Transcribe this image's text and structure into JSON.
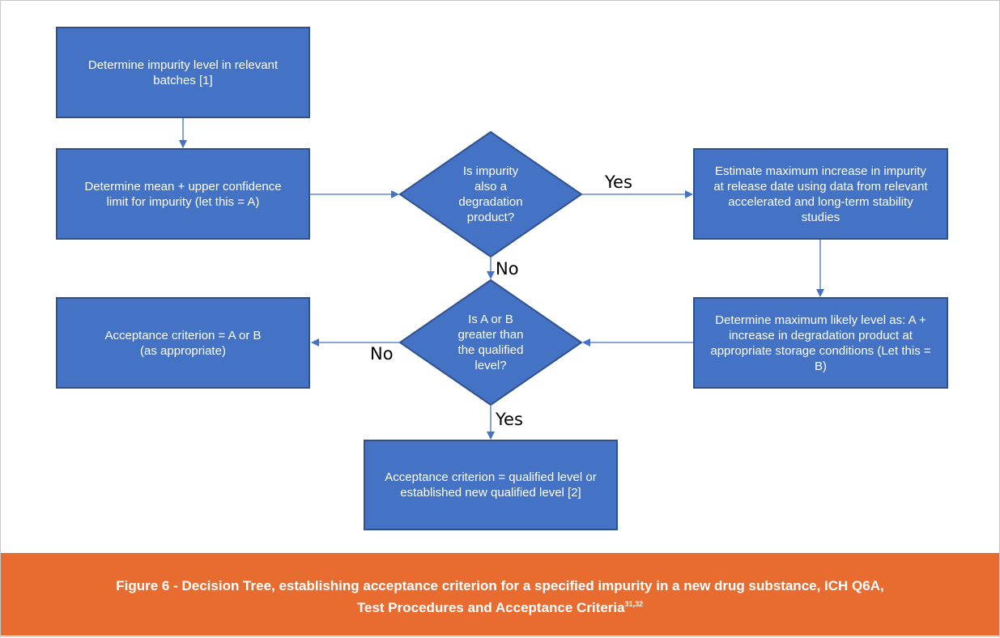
{
  "nodes": {
    "determine_impurity": "Determine impurity level in relevant\nbatches [1]",
    "mean_confidence": "Determine mean + upper confidence\nlimit for impurity (let this = A)",
    "is_degradation": "Is impurity\nalso a\ndegradation\nproduct?",
    "estimate_increase": "Estimate maximum increase in impurity\nat release date using data from relevant\naccelerated and long-term stability\nstudies",
    "max_likely_level": "Determine maximum likely level as: A +\nincrease in degradation product at\nappropriate storage conditions (Let this =\nB)",
    "greater_than_qualified": "Is A or B\ngreater than\nthe qualified\nlevel?",
    "acceptance_a_or_b": "Acceptance criterion = A or B\n(as appropriate)",
    "acceptance_qualified": "Acceptance criterion = qualified level or\nestablished new qualified level [2]"
  },
  "edge_labels": {
    "yes_degradation": "Yes",
    "no_degradation": "No",
    "no_greater": "No",
    "yes_greater": "Yes"
  },
  "caption": {
    "line1": "Figure 6 - Decision Tree, establishing acceptance criterion for a specified impurity in a new drug substance, ICH Q6A,",
    "line2": "Test Procedures and Acceptance Criteria",
    "superscript": "31,32"
  },
  "colors": {
    "node_fill": "#4472c4",
    "node_border": "#2f528f",
    "connector": "#4472c4",
    "caption_bar": "#e86c30"
  }
}
